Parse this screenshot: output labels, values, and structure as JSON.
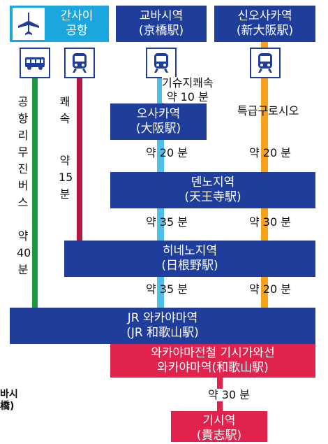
{
  "colors": {
    "navy": "#1f3d9a",
    "cyan": "#1aa6de",
    "airport_line": "#1a9a3c",
    "rapid_line": "#b3173b",
    "sky_line": "#4fbfe6",
    "orange_line": "#f7a21b",
    "red": "#e0224c"
  },
  "stations": {
    "kansai": {
      "l1": "간사이",
      "l2": "공항"
    },
    "kyobashi": {
      "l1": "교바시역",
      "l2": "(京橋駅)"
    },
    "shin_osaka": {
      "l1": "신오사카역",
      "l2": "(新大阪駅)"
    },
    "osaka": {
      "l1": "오사카역",
      "l2": "(大阪駅)"
    },
    "tennoji": {
      "l1": "덴노지역",
      "l2": "(天王寺駅)"
    },
    "hineno": {
      "l1": "히네노지역",
      "l2": "(日根野駅)"
    },
    "jr_wakayama": {
      "l1": "JR 와카야마역",
      "l2": "(JR 和歌山駅)"
    },
    "wakayama_dentetsu": {
      "l1": "와카야마전철 기시가와선",
      "l2": "와카야마역(和歌山駅)"
    },
    "kishi": {
      "l1": "기시역",
      "l2": "(貴志駅)"
    }
  },
  "icons": [
    "airplane-icon",
    "bus-icon",
    "train-icon",
    "train-icon",
    "train-icon"
  ],
  "routes": {
    "airport_bus": [
      "공",
      "항",
      "리",
      "무",
      "진",
      "버",
      "스",
      "",
      "약",
      "40",
      "분"
    ],
    "rapid": [
      "쾌",
      "속",
      "",
      "",
      "약",
      "15",
      "분"
    ],
    "semi_rapid": {
      "l1": "기슈지쾌속",
      "l2": "약 10 분"
    },
    "limited_express": "특급구로시오"
  },
  "times": {
    "osaka_tennoji": "약 20 분",
    "shin_osaka_tennoji": "약 20 분",
    "tennoji_hineno_left": "약 35 분",
    "tennoji_hineno_right": "약 30 분",
    "hineno_wakayama_left": "약 35 분",
    "hineno_wakayama_right": "약 20 분",
    "wakayama_kishi": "약 30 분"
  },
  "cutoff_label": {
    "l1": "바시",
    "l2": "橋)"
  }
}
